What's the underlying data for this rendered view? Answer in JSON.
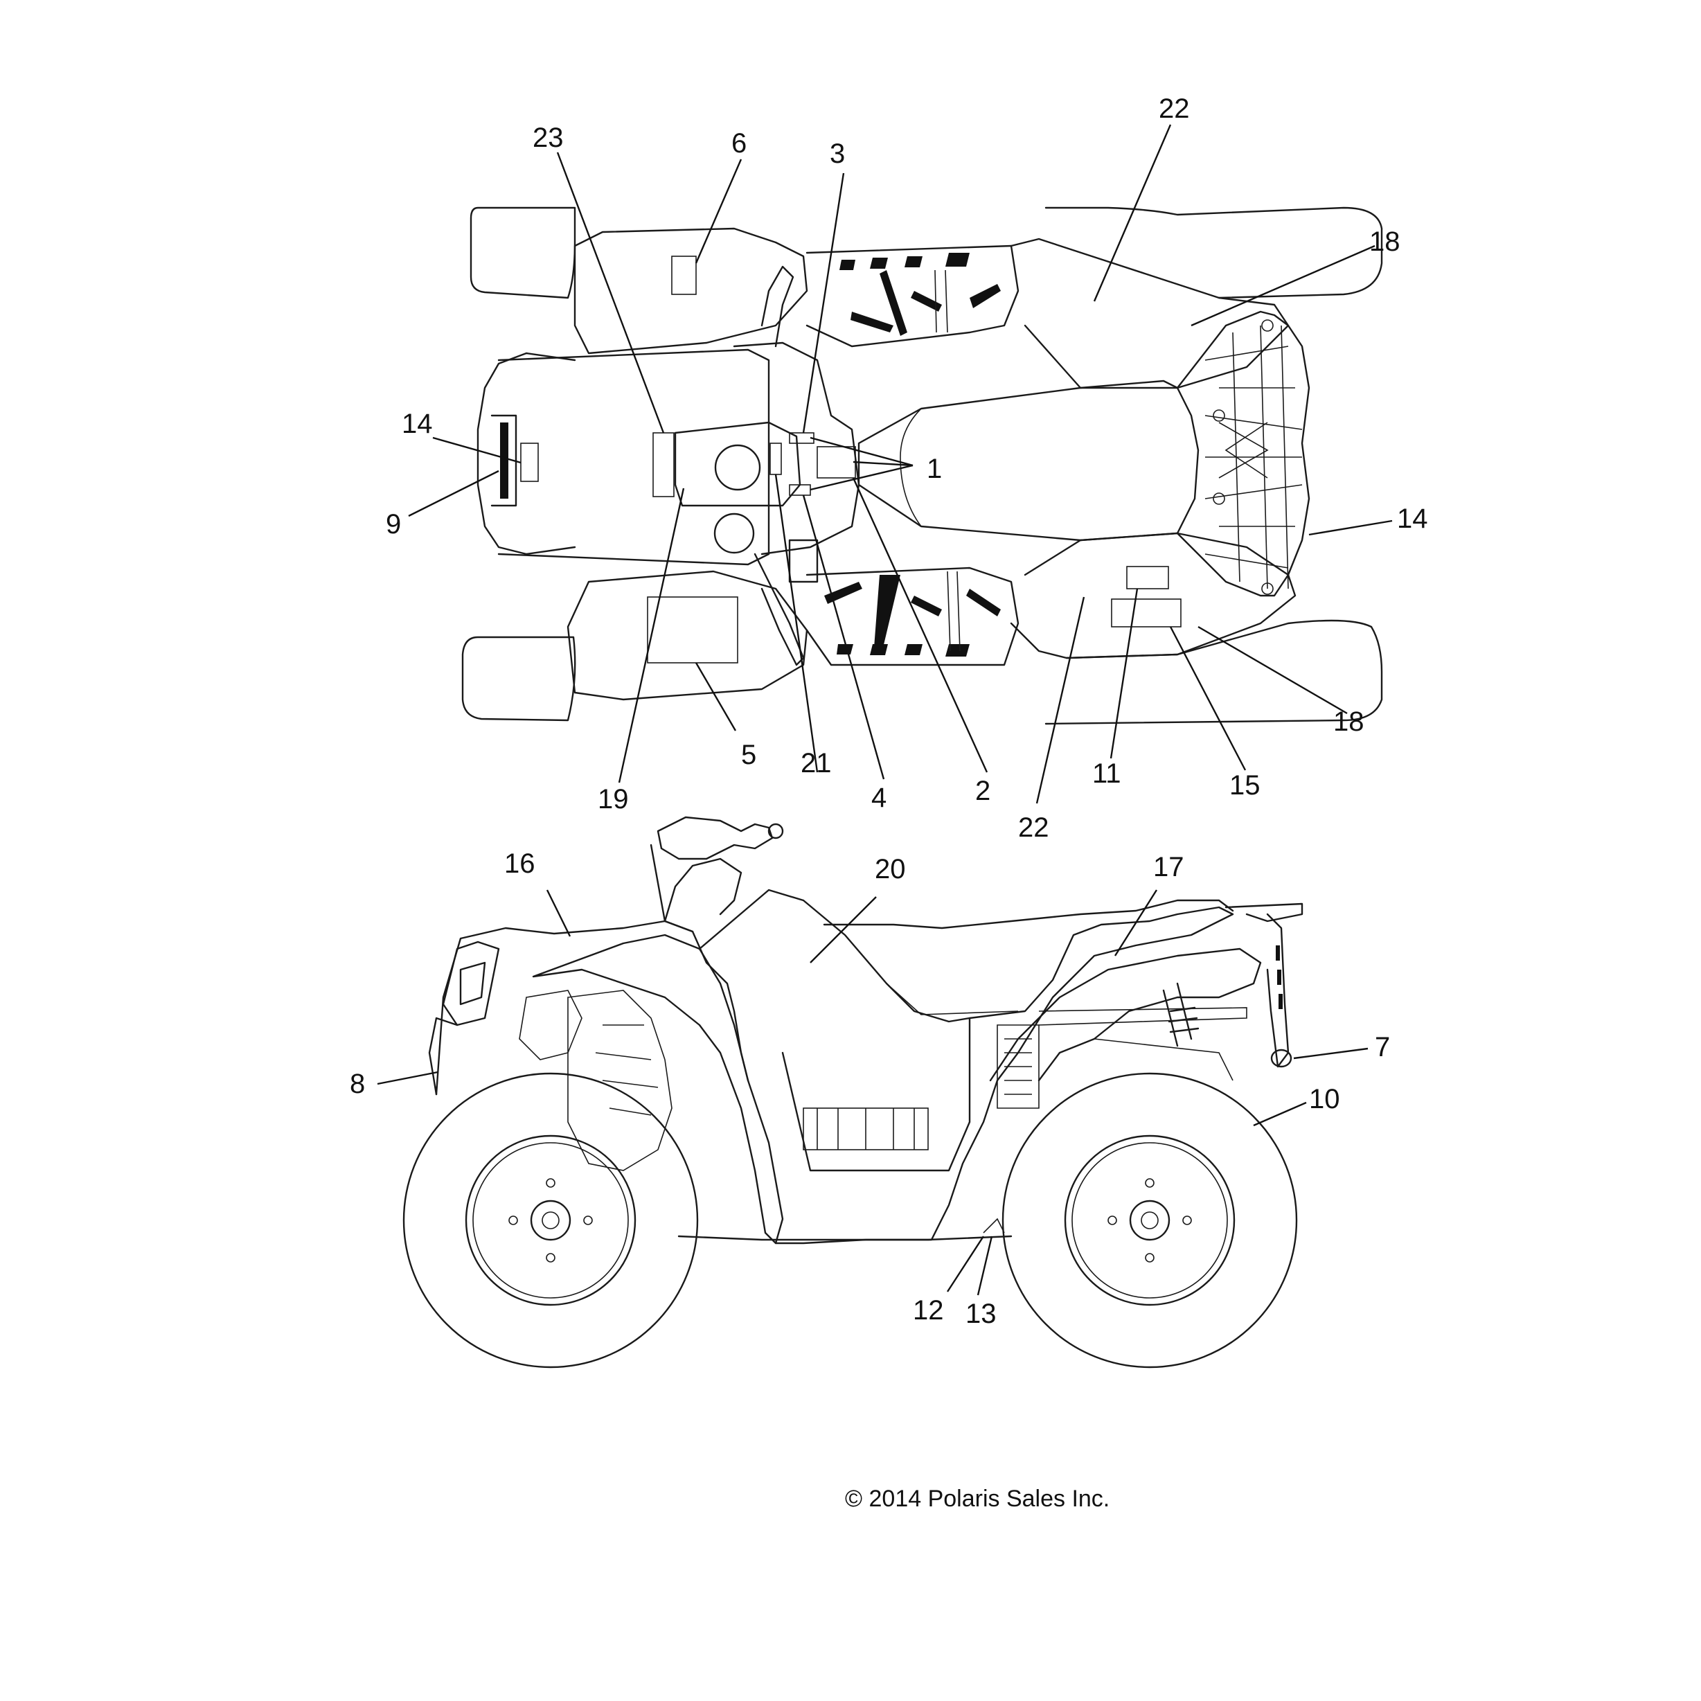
{
  "diagram": {
    "copyright": "© 2014 Polaris Sales Inc.",
    "callouts": [
      {
        "id": "1",
        "text": "1"
      },
      {
        "id": "2",
        "text": "2"
      },
      {
        "id": "3",
        "text": "3"
      },
      {
        "id": "4",
        "text": "4"
      },
      {
        "id": "5",
        "text": "5"
      },
      {
        "id": "6",
        "text": "6"
      },
      {
        "id": "7",
        "text": "7"
      },
      {
        "id": "8",
        "text": "8"
      },
      {
        "id": "9",
        "text": "9"
      },
      {
        "id": "10",
        "text": "10"
      },
      {
        "id": "11",
        "text": "11"
      },
      {
        "id": "12",
        "text": "12"
      },
      {
        "id": "13",
        "text": "13"
      },
      {
        "id": "14a",
        "text": "14"
      },
      {
        "id": "14b",
        "text": "14"
      },
      {
        "id": "15",
        "text": "15"
      },
      {
        "id": "16",
        "text": "16"
      },
      {
        "id": "17",
        "text": "17"
      },
      {
        "id": "18a",
        "text": "18"
      },
      {
        "id": "18b",
        "text": "18"
      },
      {
        "id": "19",
        "text": "19"
      },
      {
        "id": "20",
        "text": "20"
      },
      {
        "id": "21",
        "text": "21"
      },
      {
        "id": "22a",
        "text": "22"
      },
      {
        "id": "22b",
        "text": "22"
      },
      {
        "id": "23",
        "text": "23"
      }
    ]
  }
}
